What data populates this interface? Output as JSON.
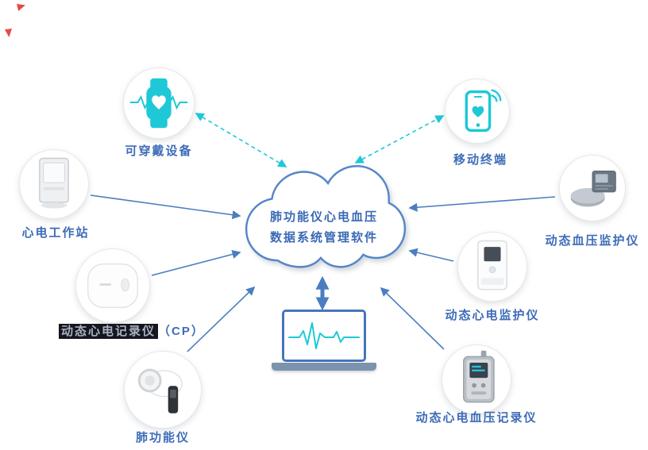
{
  "colors": {
    "teal": "#1ec8d6",
    "arrow_blue": "#4a7ec0",
    "cloud_stroke": "#5585c8",
    "label_blue": "#3e6cb8",
    "highlight_bg": "#16161f",
    "highlight_text": "#a9b2c2",
    "laptop_base": "#7d92ac"
  },
  "cloud": {
    "line1": "肺功能仪心电血压",
    "line2": "数据系统管理软件"
  },
  "nodes": {
    "wearable": {
      "label": "可穿戴设备"
    },
    "mobile": {
      "label": "移动终端"
    },
    "workstation": {
      "label": "心电工作站"
    },
    "bp_monitor": {
      "label": "动态血压监护仪"
    },
    "ecg_recorder": {
      "label": "动态心电记录仪",
      "suffix": "（CP）"
    },
    "ecg_monitor": {
      "label": "动态心电监护仪"
    },
    "spirometer": {
      "label": "肺功能仪"
    },
    "ecg_bp_recorder": {
      "label": "动态心电血压记录仪"
    }
  },
  "icons": {
    "wearable": "smartwatch-heart-icon",
    "mobile": "smartphone-heart-icon",
    "workstation": "ecg-workstation-device-image",
    "bp_monitor": "bp-monitor-device-image",
    "ecg_recorder": "ecg-recorder-device-image",
    "ecg_monitor": "ecg-monitor-device-image",
    "spirometer": "spirometer-device-image",
    "ecg_bp_recorder": "ecg-bp-recorder-device-image",
    "laptop": "laptop-ecg-waveform-icon"
  },
  "connections": {
    "dashed_bidirectional": [
      "wearable-cloud",
      "mobile-cloud"
    ],
    "solid_to_cloud": [
      "workstation",
      "ecg_recorder",
      "spirometer",
      "bp_monitor",
      "ecg_monitor",
      "ecg_bp_recorder"
    ],
    "thick_bidirectional": [
      "cloud-laptop"
    ]
  }
}
